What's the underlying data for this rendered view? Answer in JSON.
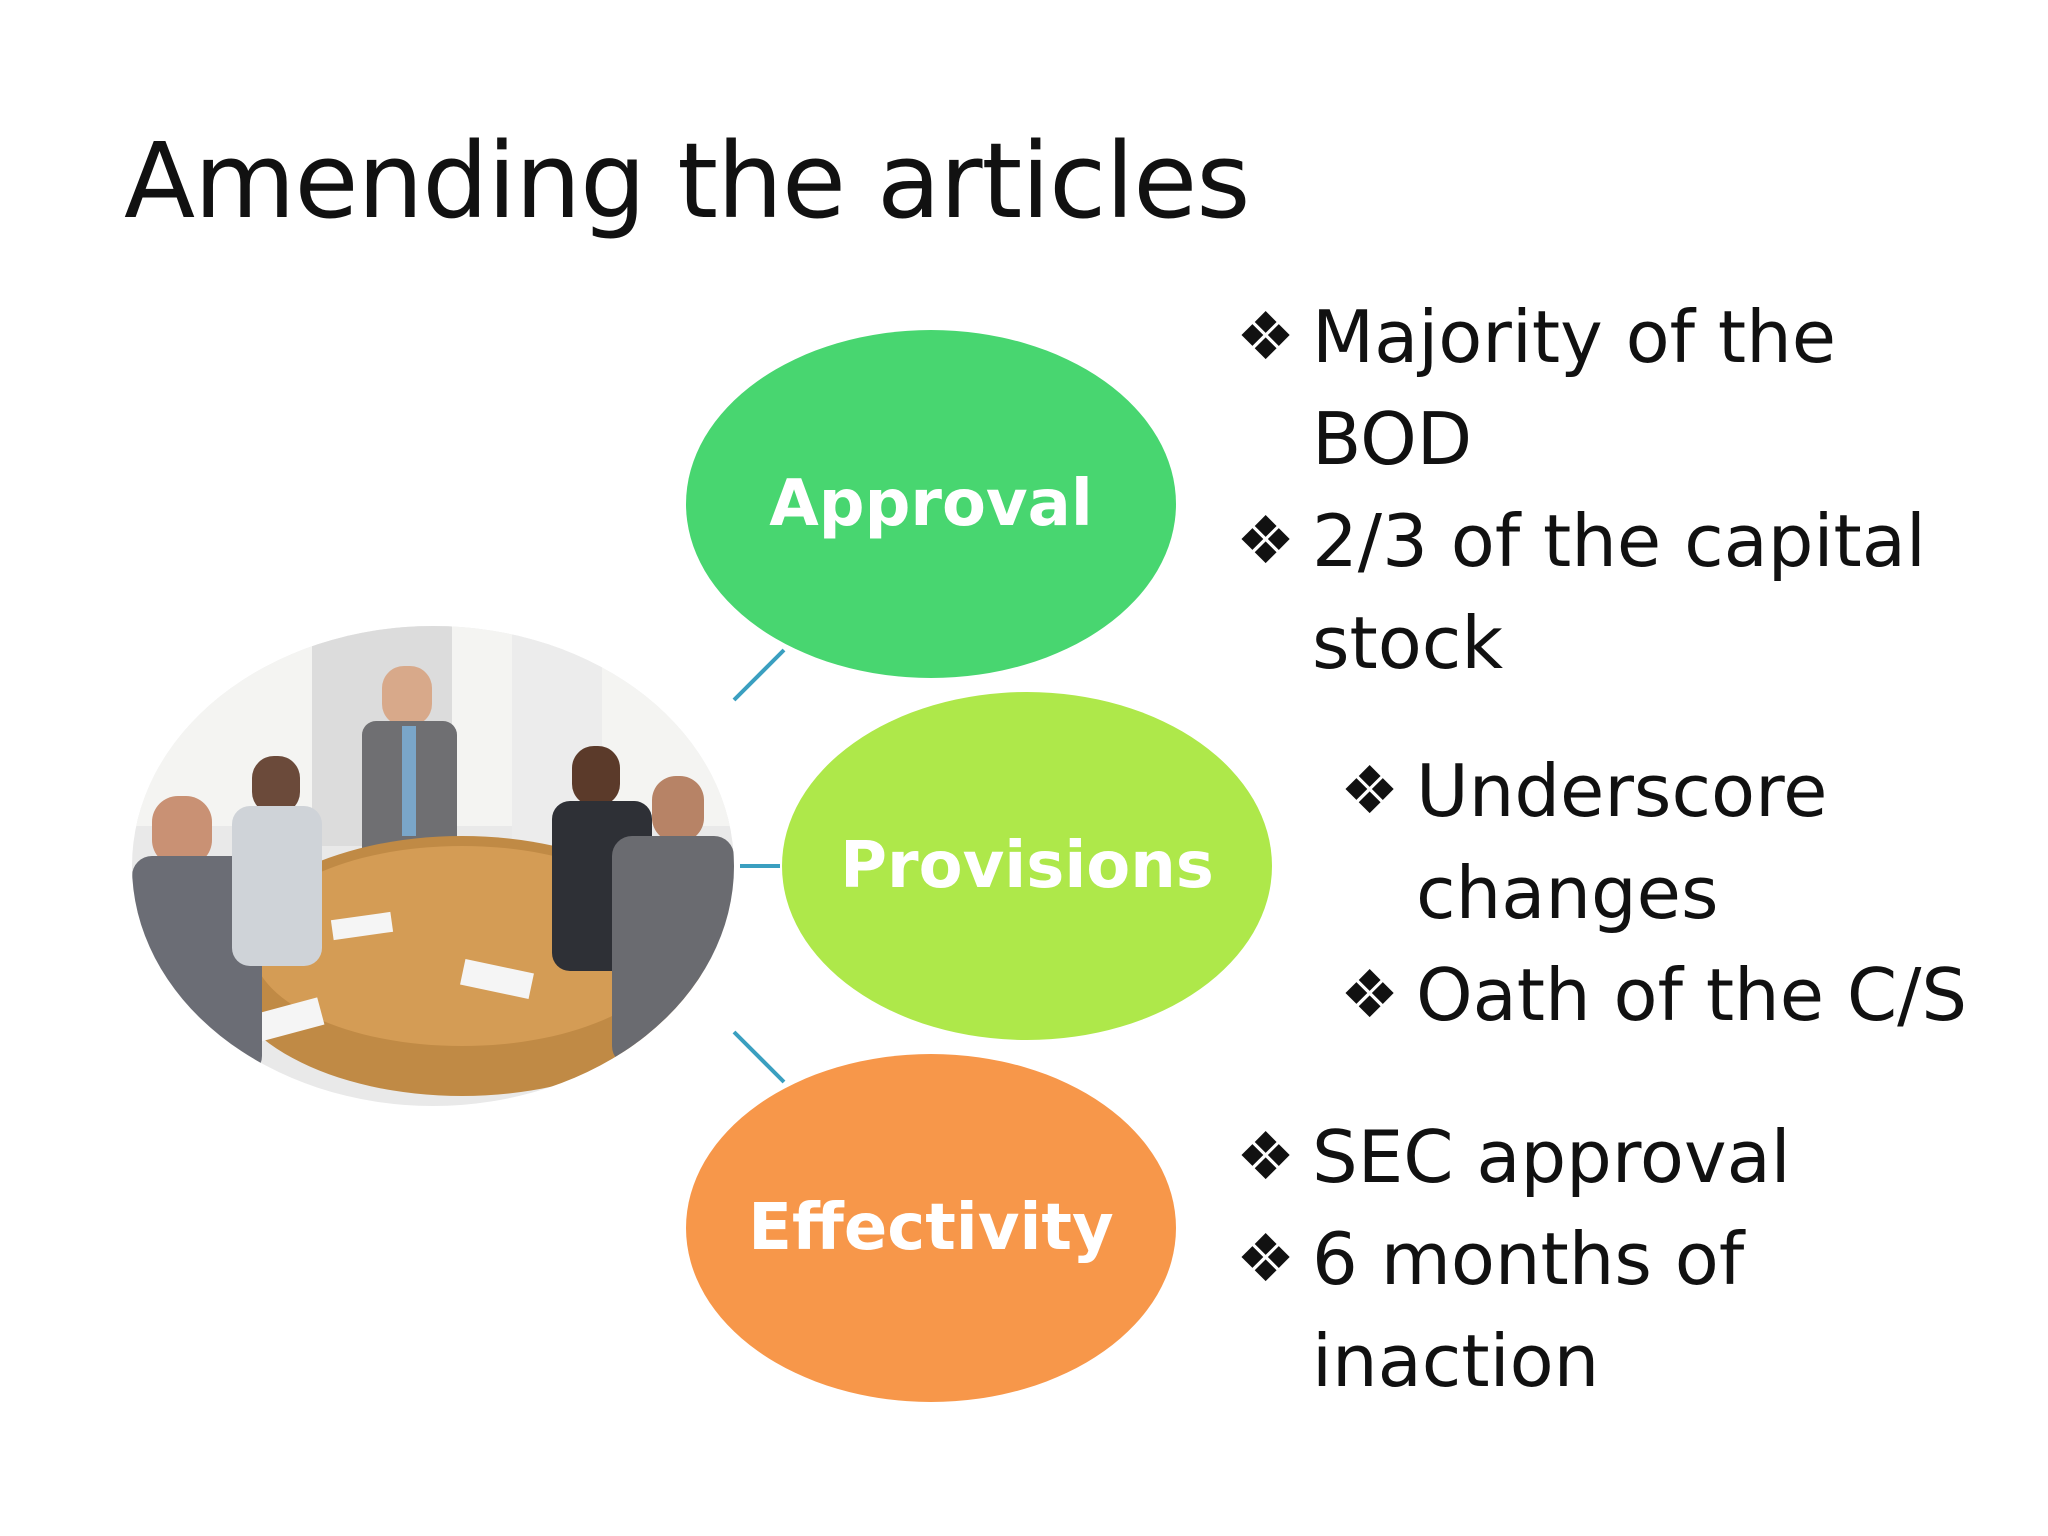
{
  "title": "Amending the articles",
  "bullet_glyph": "❖",
  "colors": {
    "approval": "#48d670",
    "provisions": "#aee84a",
    "effectivity": "#f7974a",
    "connector": "#3a9fc0"
  },
  "bubbles": [
    {
      "label": "Approval"
    },
    {
      "label": "Provisions"
    },
    {
      "label": "Effectivity"
    }
  ],
  "lists": {
    "approval": [
      "Majority of the BOD",
      "2/3 of the capital stock"
    ],
    "provisions": [
      "Underscore changes",
      "Oath of the C/S"
    ],
    "effectivity": [
      "SEC approval",
      "6 months of inaction"
    ]
  }
}
